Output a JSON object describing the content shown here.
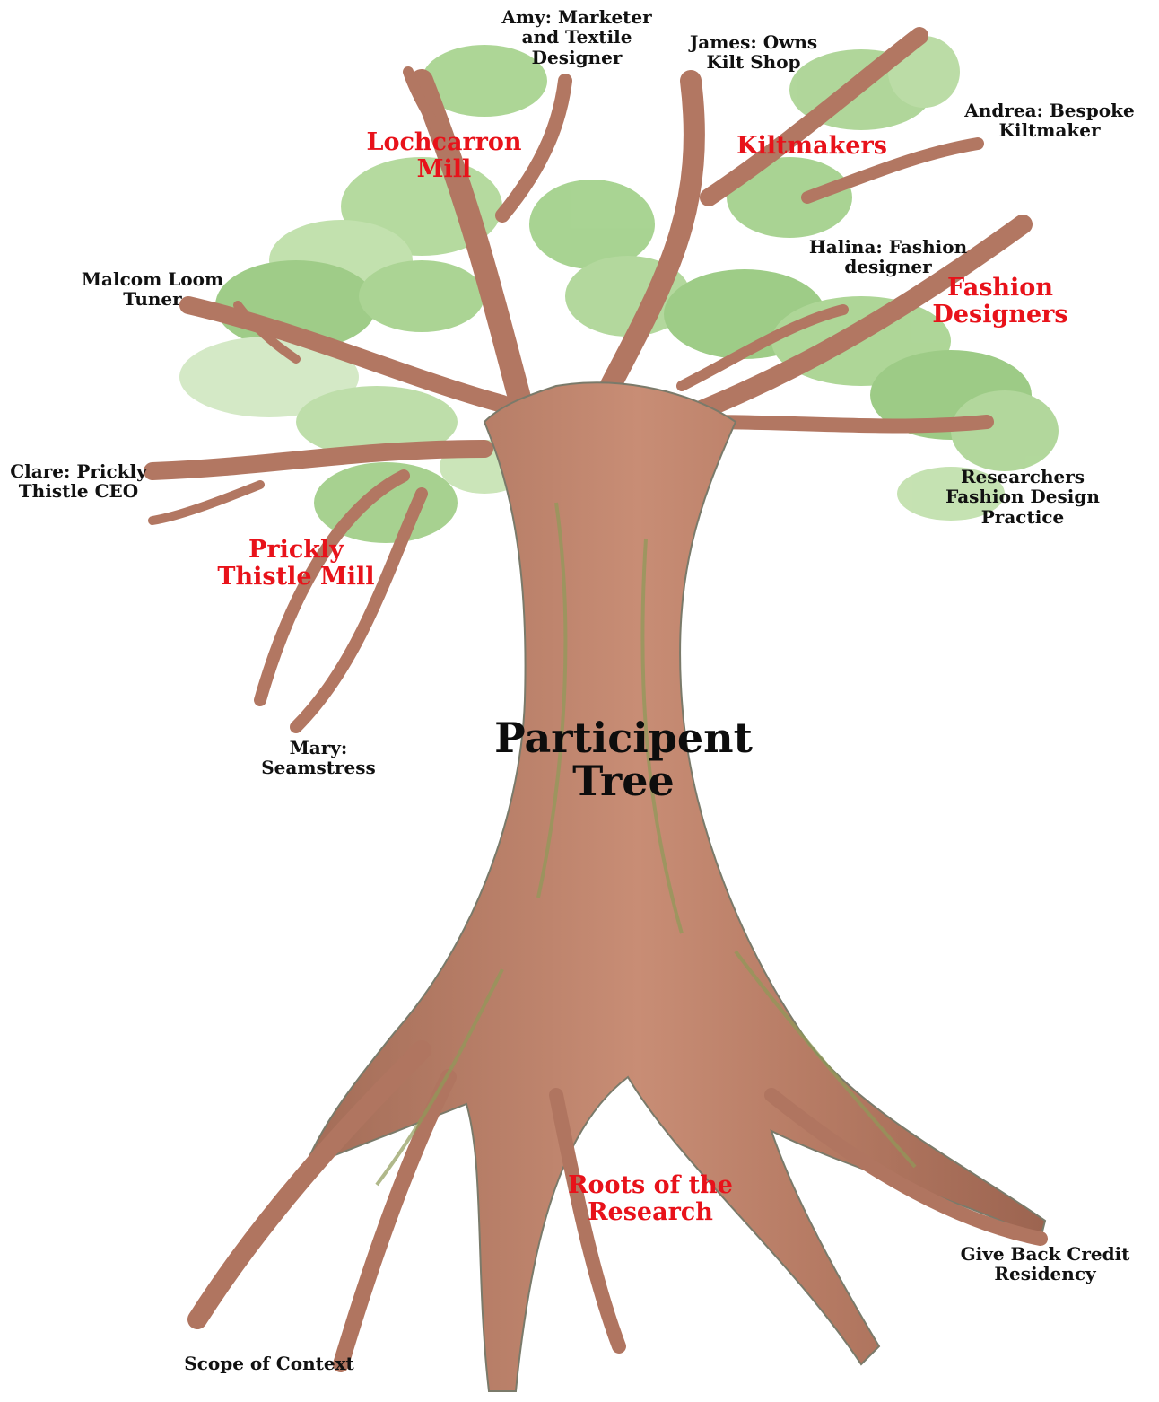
{
  "diagram": {
    "title": "Participent\nTree",
    "groups": {
      "lochcarron": "Lochcarron\nMill",
      "kiltmakers": "Kiltmakers",
      "fashion": "Fashion\nDesigners",
      "prickly": "Prickly\nThistle Mill",
      "roots": "Roots of the\nResearch"
    },
    "participants": {
      "amy": "Amy: Marketer\nand Textile\nDesigner",
      "james": "James: Owns\nKilt Shop",
      "andrea": "Andrea: Bespoke\nKiltmaker",
      "halina": "Halina: Fashion\ndesigner",
      "malcom": "Malcom Loom\nTuner",
      "clare": "Clare: Prickly\nThistle CEO",
      "researchers": "Researchers\nFashion Design\nPractice",
      "mary": "Mary:\nSeamstress",
      "give_back": "Give Back Credit\nResidency",
      "scope": "Scope of Context"
    }
  },
  "colors": {
    "accent_red": "#e8121a",
    "bark": "#b77a63",
    "bark_dark": "#8f5a48",
    "moss": "#8e9a58",
    "leaf": "#8dc46f",
    "leaf_light": "#c5e2b0"
  }
}
